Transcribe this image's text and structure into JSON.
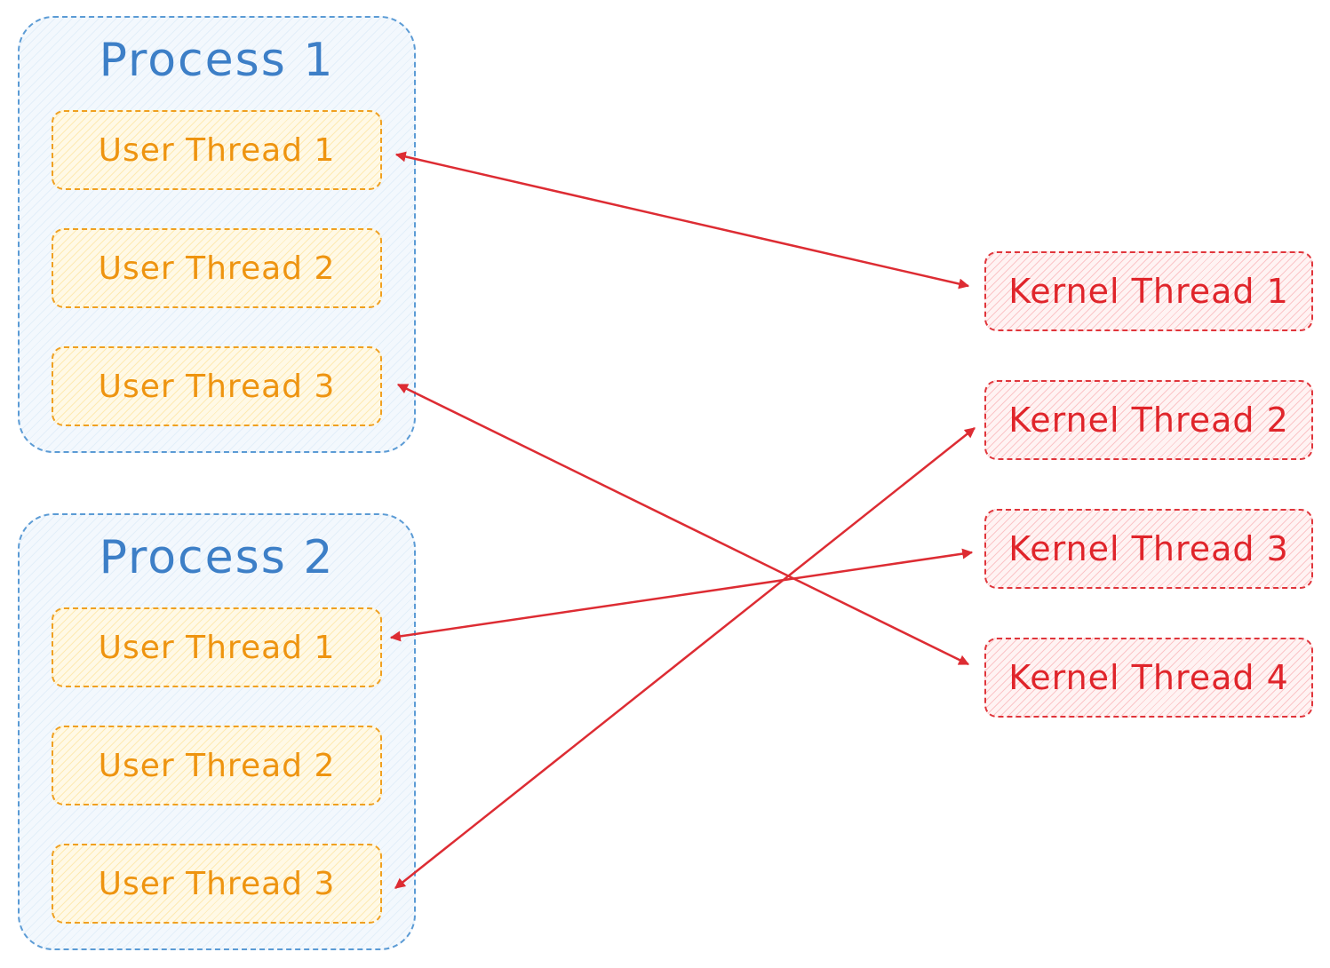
{
  "processes": [
    {
      "title": "Process 1",
      "threads": [
        "User Thread 1",
        "User Thread 2",
        "User Thread 3"
      ]
    },
    {
      "title": "Process 2",
      "threads": [
        "User Thread 1",
        "User Thread 2",
        "User Thread 3"
      ]
    }
  ],
  "kernel_threads": [
    "Kernel Thread 1",
    "Kernel Thread 2",
    "Kernel Thread 3",
    "Kernel Thread 4"
  ],
  "mappings": [
    {
      "from": "Process 1 / User Thread 1",
      "to": "Kernel Thread 1"
    },
    {
      "from": "Process 1 / User Thread 3",
      "to": "Kernel Thread 4"
    },
    {
      "from": "Process 2 / User Thread 1",
      "to": "Kernel Thread 3"
    },
    {
      "from": "Process 2 / User Thread 3",
      "to": "Kernel Thread 2"
    }
  ],
  "colors": {
    "process": "#3d7fc7",
    "user_thread": "#ee9410",
    "kernel_thread": "#e0252b",
    "arrow": "#dd2c33"
  }
}
